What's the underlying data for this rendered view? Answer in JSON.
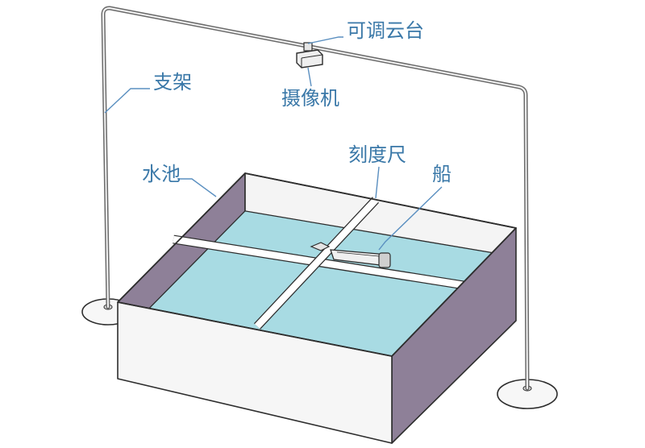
{
  "labels": {
    "gimbal": "可调云台",
    "frame": "支架",
    "camera": "摄像机",
    "pool": "水池",
    "ruler": "刻度尺",
    "boat": "船"
  },
  "colors": {
    "label_text": "#3a78a8",
    "water": "#a8dbe3",
    "tank_side_dark": "#8e8098",
    "tank_front": "#f6f6f6",
    "frame_metal": "#6b6b6b"
  },
  "icons": {
    "camera": "camera-icon",
    "boat": "boat-icon"
  }
}
